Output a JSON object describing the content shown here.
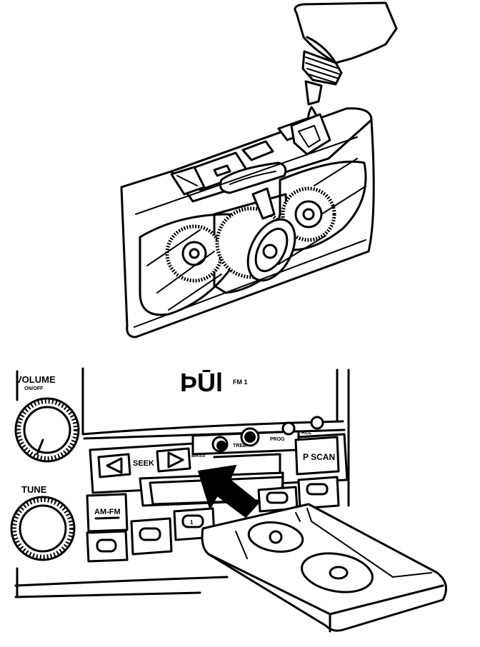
{
  "labels": {
    "volume": "VOLUME",
    "volume_sub": "ON/OFF",
    "tune": "TUNE",
    "seek": "SEEK",
    "p_scan": "P SCAN",
    "am_fm": "AM-FM",
    "display_band": "FM 1",
    "display_digits": "ÞŪl",
    "bass": "BASS",
    "treb": "TREB",
    "prog": "PROG",
    "rcl": "RCL",
    "preset_1": "1"
  },
  "icons": [
    "cleaner-bottle-icon",
    "cleaning-cassette-icon",
    "insert-arrow-icon",
    "seek-back-icon",
    "seek-forward-icon",
    "volume-knob-icon",
    "tune-knob-icon"
  ]
}
